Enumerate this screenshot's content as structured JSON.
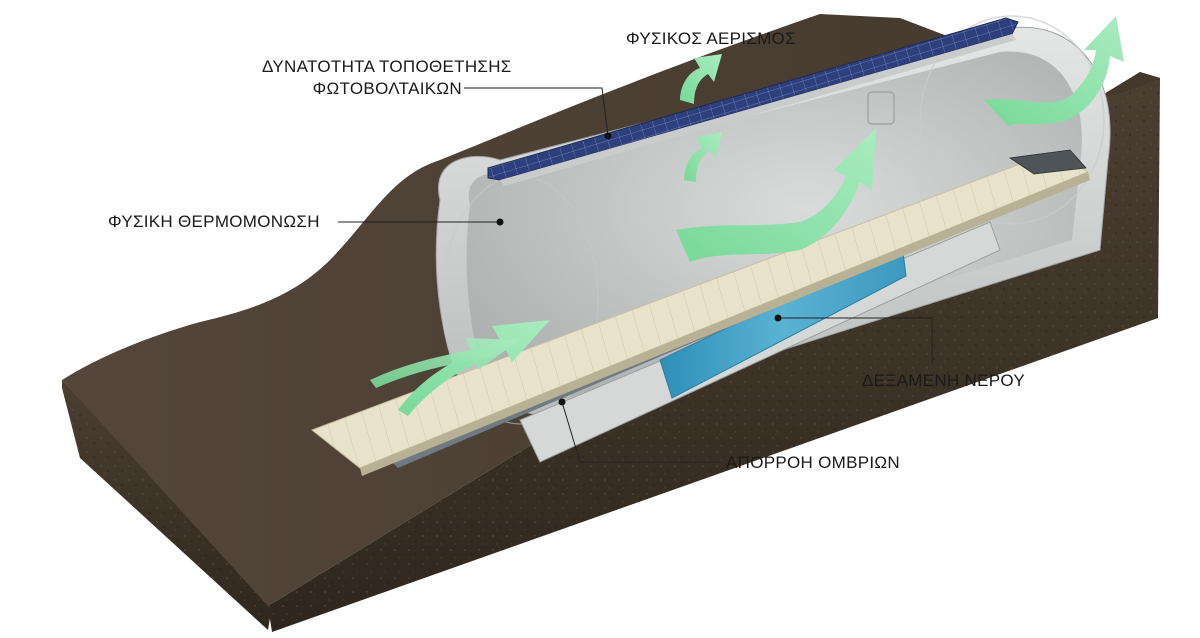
{
  "labels": {
    "natural_ventilation": "ΦΥΣΙΚΟΣ ΑΕΡΙΣΜΟΣ",
    "photovoltaics_line1": "ΔΥΝΑΤΟΤΗΤΑ ΤΟΠΟΘΕΤΗΣΗΣ",
    "photovoltaics_line2": "ΦΩΤΟΒΟΛΤΑΙΚΩΝ",
    "natural_insulation": "ΦΥΣΙΚΗ ΘΕΡΜΟΜΟΝΩΣΗ",
    "water_tank": "ΔΕΞΑΜΕΝΗ ΝΕΡΟΥ",
    "rainwater_drainage": "ΑΠΟΡΡΟΗ ΟΜΒΡΙΩΝ"
  },
  "colors": {
    "soil_top": "#4a3c2e",
    "soil_side": "#3a3025",
    "tunnel_shell": "#d4d7d6",
    "tunnel_interior": "#bfc3c2",
    "deck": "#e8e0c8",
    "water": "#4aa3c8",
    "solar": "#2e3f78",
    "airflow_arrow": "#8ee0a8",
    "leader_line": "#222222"
  },
  "icons": [
    "airflow-arrow",
    "solar-panel",
    "leader-dot"
  ]
}
